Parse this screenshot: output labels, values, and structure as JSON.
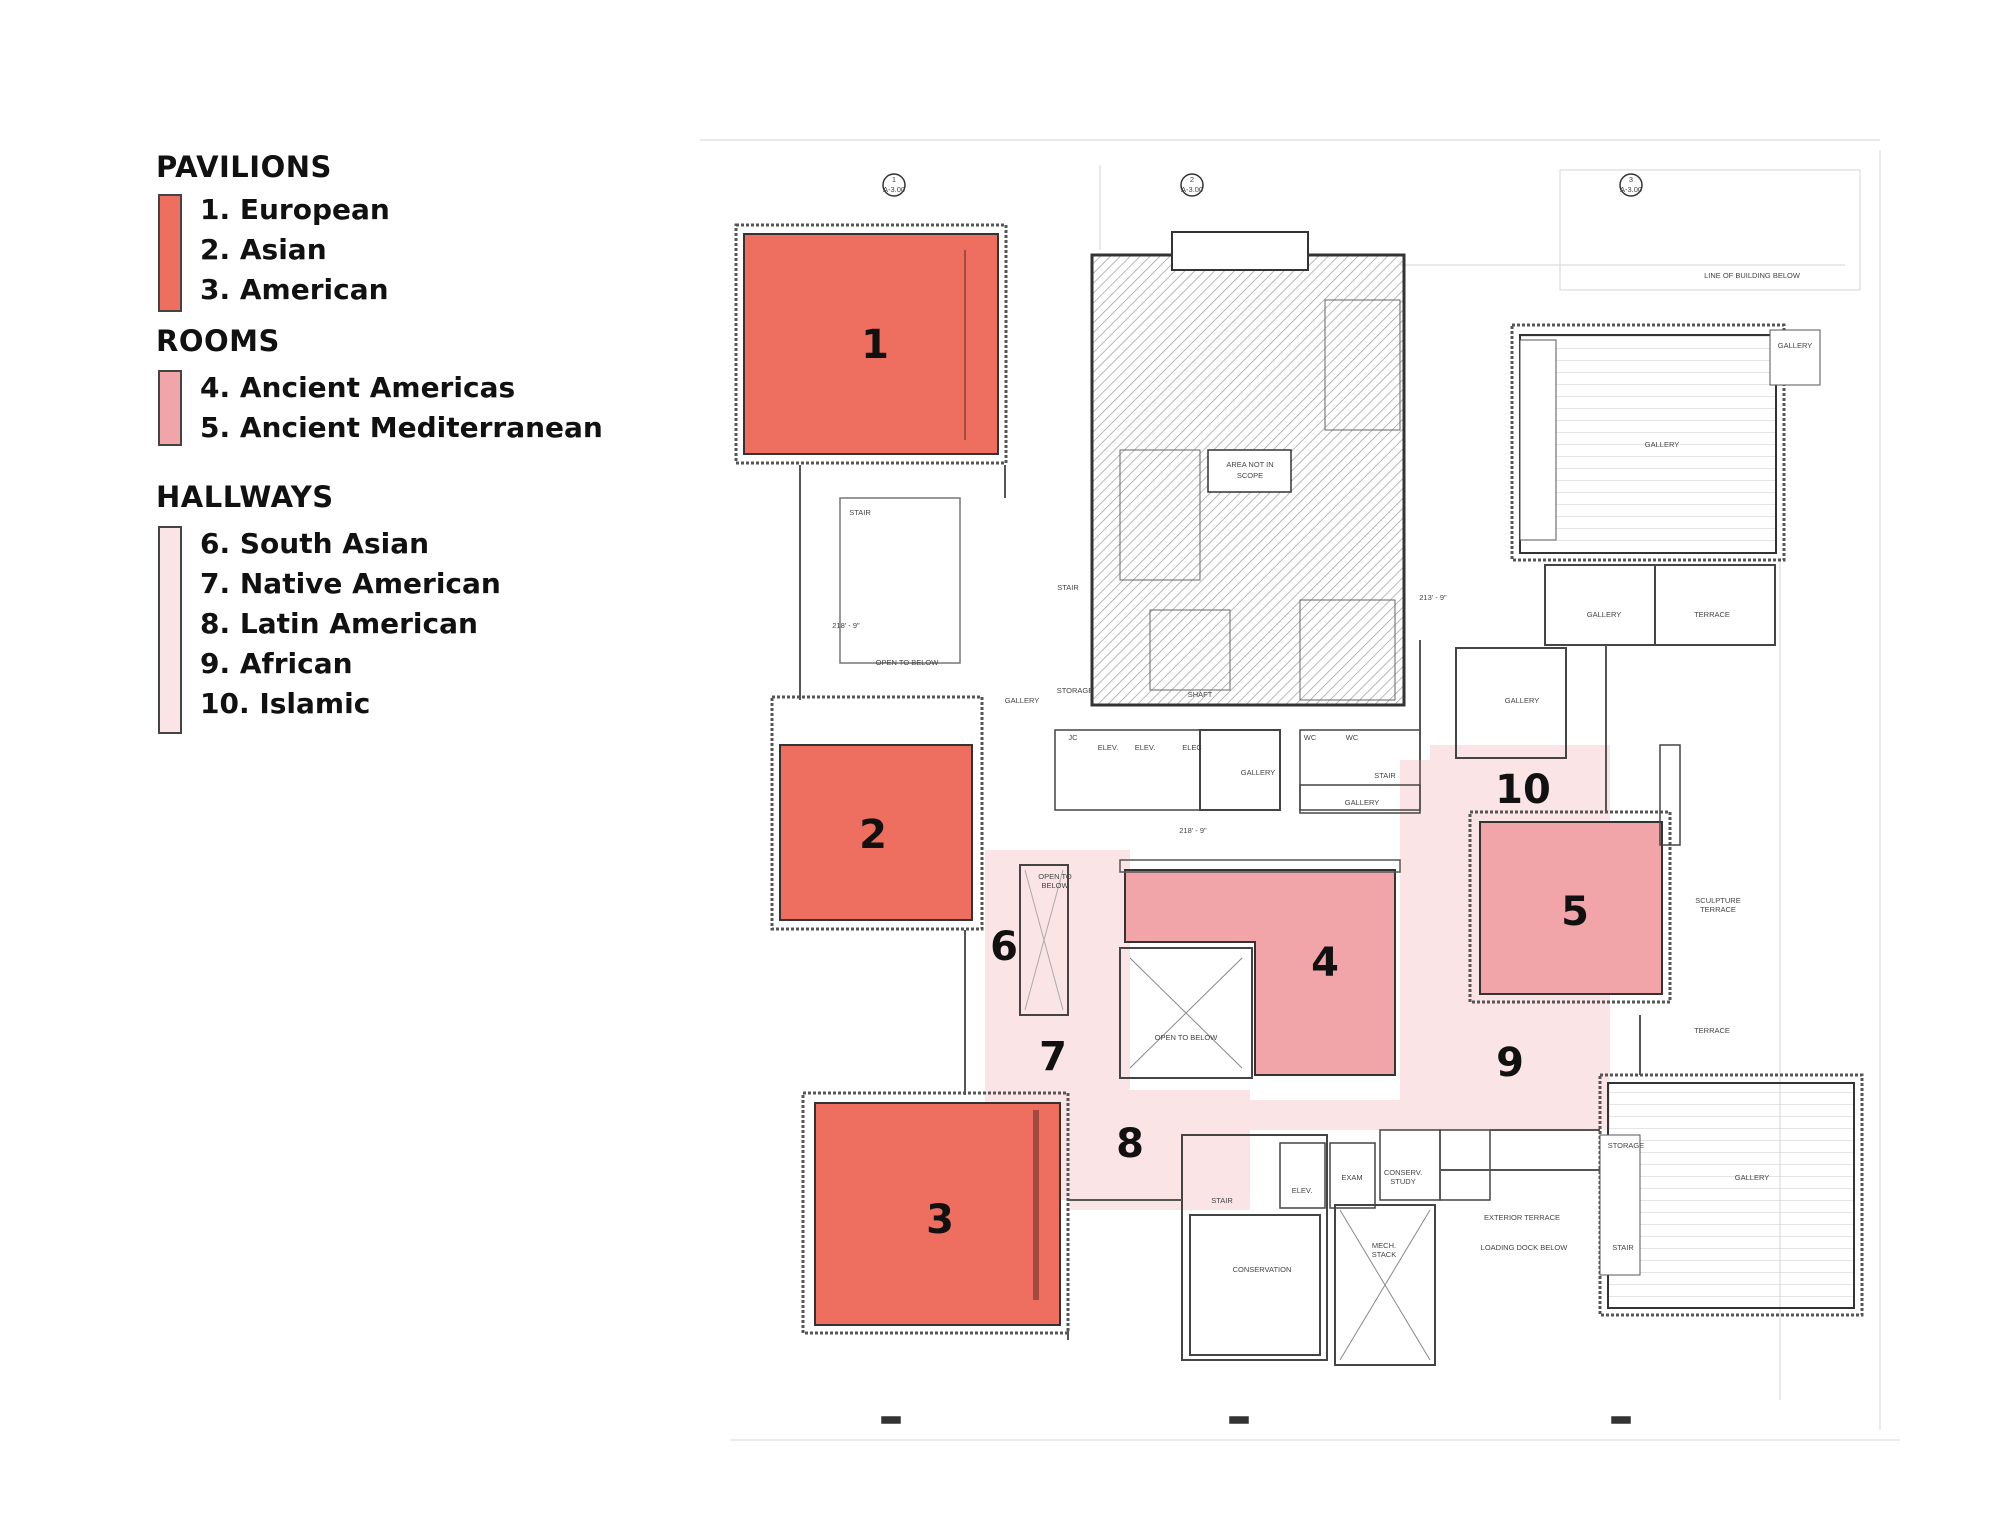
{
  "legend": {
    "pavilions": {
      "heading": "PAVILIONS",
      "color": "#EE6F5F",
      "items": [
        "1. European",
        "2. Asian",
        "3. American"
      ]
    },
    "rooms": {
      "heading": "ROOMS",
      "color": "#F2A5A8",
      "items": [
        "4. Ancient Americas",
        "5. Ancient Mediterranean"
      ]
    },
    "hallways": {
      "heading": "HALLWAYS",
      "color": "#FBE4E5",
      "items": [
        "6. South Asian",
        "7. Native American",
        "8. Latin American",
        "9. African",
        "10. Islamic"
      ]
    }
  },
  "plan": {
    "numbers": {
      "n1": "1",
      "n2": "2",
      "n3": "3",
      "n4": "4",
      "n5": "5",
      "n6": "6",
      "n7": "7",
      "n8": "8",
      "n9": "9",
      "n10": "10"
    },
    "labels": {
      "area_not_in_scope_1": "AREA NOT IN",
      "area_not_in_scope_2": "SCOPE",
      "line_of_building": "LINE OF BUILDING BELOW",
      "gallery": "GALLERY",
      "terrace": "TERRACE",
      "sculpture_terrace_1": "SCULPTURE",
      "sculpture_terrace_2": "TERRACE",
      "storage": "STORAGE",
      "stair": "STAIR",
      "elev": "ELEV.",
      "elec": "ELEC",
      "wc": "WC",
      "jc": "JC",
      "shaft": "SHAFT",
      "open_to_below": "OPEN TO BELOW",
      "open_to_1": "OPEN TO",
      "open_to_2": "BELOW",
      "exam": "EXAM",
      "conserv_1": "CONSERV.",
      "conserv_2": "STUDY",
      "conservation": "CONSERVATION",
      "mech_1": "MECH.",
      "mech_2": "STACK",
      "exterior_terrace": "EXTERIOR TERRACE",
      "loading_dock": "LOADING DOCK BELOW",
      "elev_218": "218' - 9\"",
      "elev_213": "213' - 9\"",
      "sec_1_top": "1",
      "sec_2_top": "2",
      "sec_3_top": "3",
      "sec_ref": "A-3.00"
    }
  }
}
